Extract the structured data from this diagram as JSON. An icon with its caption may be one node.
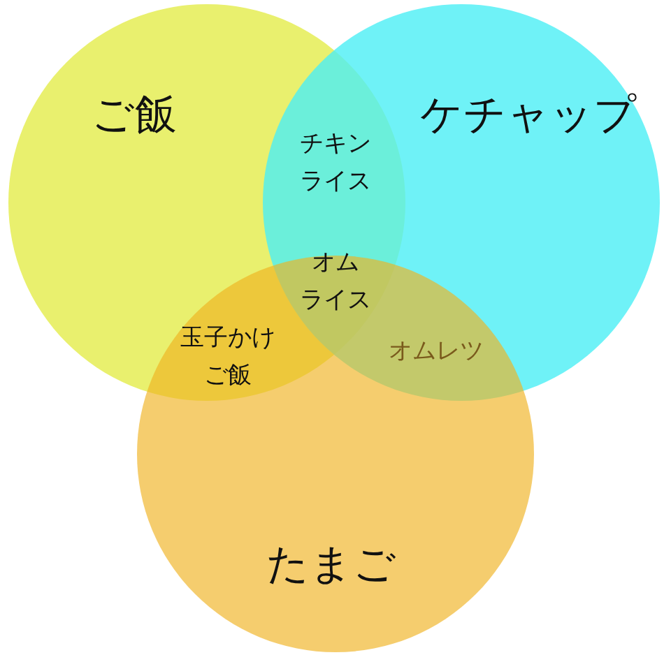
{
  "diagram": {
    "nodes": [
      {
        "text": [
          "ご飯"
        ]
      },
      {
        "text": [
          "ケチャップ"
        ]
      },
      {
        "text": [
          "たまご"
        ]
      }
    ],
    "edges": [],
    "labels": [
      "チキンライス",
      "オムライス",
      "玉子かけご飯",
      "オムレツ"
    ]
  }
}
